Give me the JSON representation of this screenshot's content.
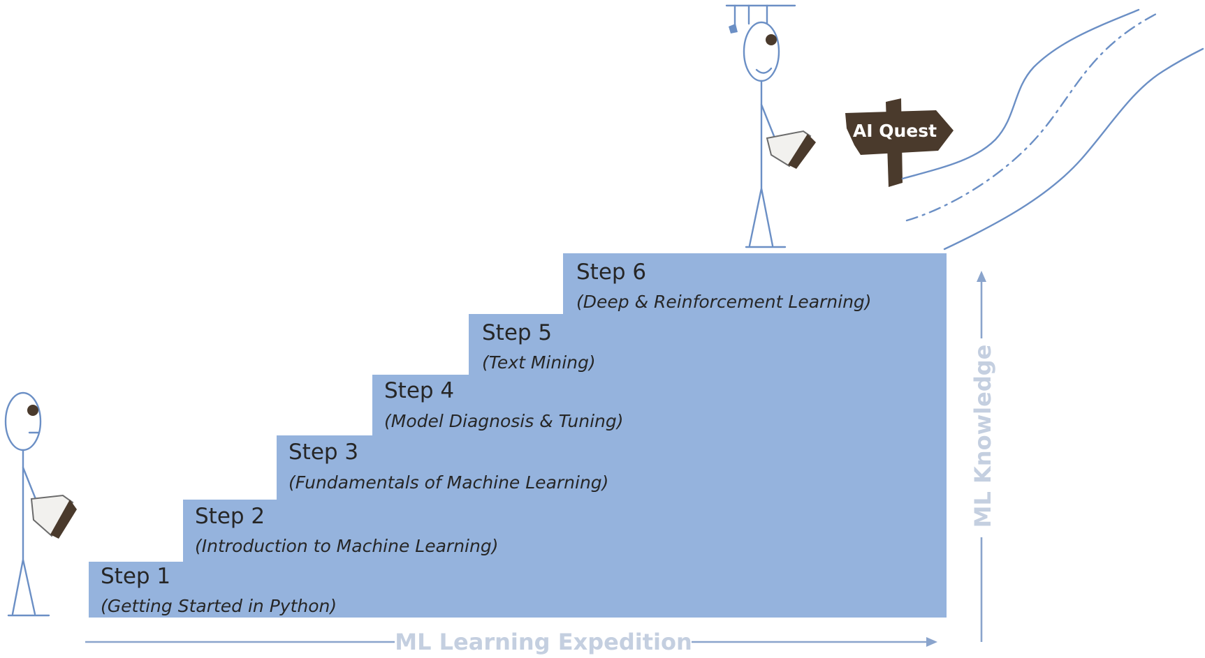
{
  "steps": [
    {
      "title": "Step 1",
      "subtitle": "(Getting Started in Python)"
    },
    {
      "title": "Step 2",
      "subtitle": "(Introduction to Machine Learning)"
    },
    {
      "title": "Step 3",
      "subtitle": "(Fundamentals of Machine Learning)"
    },
    {
      "title": "Step 4",
      "subtitle": "(Model Diagnosis & Tuning)"
    },
    {
      "title": "Step 5",
      "subtitle": "(Text Mining)"
    },
    {
      "title": "Step 6",
      "subtitle": "(Deep & Reinforcement Learning)"
    }
  ],
  "x_axis_label": "ML Learning Expedition",
  "y_axis_label": "ML Knowledge",
  "signpost_label": "AI Quest",
  "colors": {
    "staircase": "#95b3dd",
    "axis_text": "#c4cfe0",
    "figure_ink": "#6b8fc5",
    "signpost": "#4a3a2c",
    "book": "#4a3a2c"
  }
}
